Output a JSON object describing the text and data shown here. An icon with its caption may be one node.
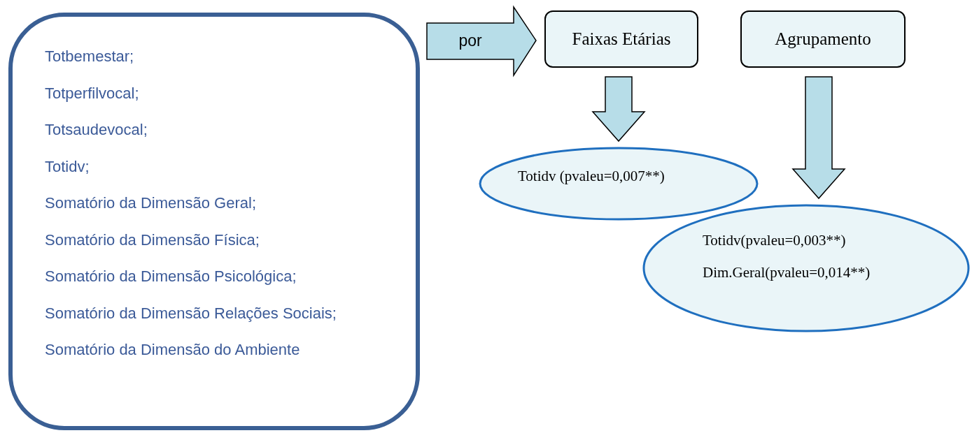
{
  "diagram": {
    "nodes": [
      {
        "text": [
          "Totbemestar;",
          "Totperfilvocal;",
          "Totsaudevocal;",
          "Totidv;",
          "Somatório da Dimensão Geral;",
          "Somatório da Dimensão Física;",
          "Somatório da Dimensão Psicológica;",
          "Somatório da Dimensão Relações Sociais;",
          "Somatório da Dimensão do Ambiente"
        ]
      },
      {
        "text": [
          "Faixas Etárias"
        ]
      },
      {
        "text": [
          "Agrupamento"
        ]
      },
      {
        "text": [
          "Totidv (pvaleu=0,007**)"
        ]
      },
      {
        "text": [
          "Totidv(pvaleu=0,003**)",
          "Dim.Geral(pvaleu=0,014**)"
        ]
      }
    ],
    "edges": [
      {
        "from": 0,
        "to": 1,
        "arrow": "to",
        "label": "por"
      },
      {
        "from": 1,
        "to": 3,
        "arrow": "to"
      },
      {
        "from": 2,
        "to": 4,
        "arrow": "to"
      }
    ]
  }
}
